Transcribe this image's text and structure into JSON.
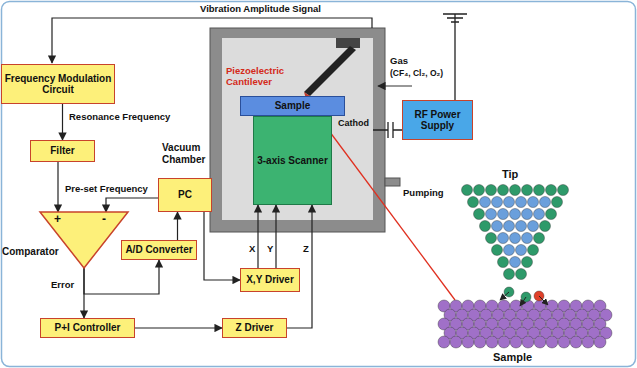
{
  "diagram": {
    "nodes": [
      {
        "text": [
          "Frequency Modulation Circuit"
        ]
      },
      {
        "text": [
          "Filter"
        ]
      },
      {
        "text": [
          "Comparator",
          "+",
          "-"
        ]
      },
      {
        "text": [
          "PC"
        ]
      },
      {
        "text": [
          "A/D Converter"
        ]
      },
      {
        "text": [
          "X,Y Driver"
        ]
      },
      {
        "text": [
          "P+I Controller"
        ]
      },
      {
        "text": [
          "Z Driver"
        ]
      },
      {
        "text": [
          "Sample"
        ]
      },
      {
        "text": [
          "3-axis Scanner"
        ]
      },
      {
        "text": [
          "RF Power Supply"
        ]
      }
    ],
    "edges": [
      {
        "from": 0,
        "to": 1,
        "arrow": "to",
        "label": "Resonance Frequency"
      },
      {
        "from": 1,
        "to": 2,
        "arrow": "to"
      },
      {
        "from": 3,
        "to": 2,
        "arrow": "to",
        "label": "Pre-set Frequency"
      },
      {
        "from": 2,
        "to": 6,
        "arrow": "to",
        "label": "Error"
      },
      {
        "from": 2,
        "to": 4,
        "arrow": "to"
      },
      {
        "from": 4,
        "to": 3,
        "arrow": "to"
      },
      {
        "from": 3,
        "to": 5,
        "arrow": "to"
      },
      {
        "from": 6,
        "to": 7,
        "arrow": "to"
      },
      {
        "from": 5,
        "to": 9,
        "arrow": "to",
        "label": "X"
      },
      {
        "from": 5,
        "to": 9,
        "arrow": "to",
        "label": "Y"
      },
      {
        "from": 7,
        "to": 9,
        "arrow": "to",
        "label": "Z"
      }
    ],
    "labels": [
      "Vibration Amplitude Signal",
      "Piezoelectric Cantilever",
      "Gas",
      "(CF₄, Cl₂, O₂)",
      "Cathod",
      "Vacuum Chamber",
      "Pumping",
      "Tip",
      "Sample"
    ]
  }
}
